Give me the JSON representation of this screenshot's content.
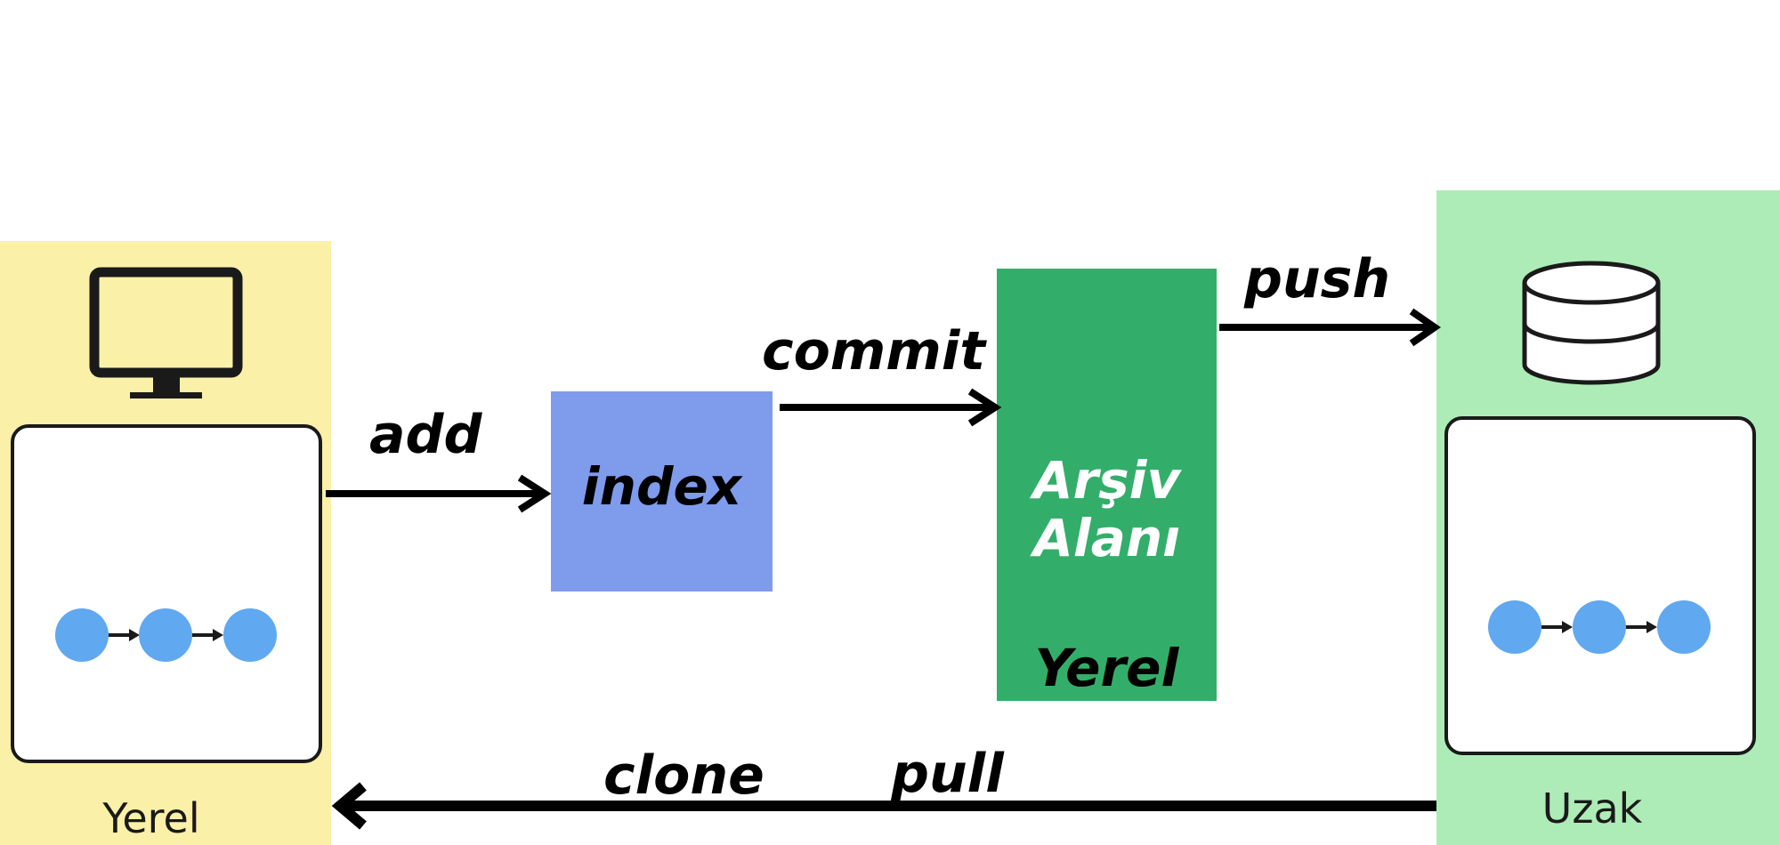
{
  "colors": {
    "local_bg": "#fbf0a7",
    "remote_bg": "#aeecb7",
    "index_bg": "#7e9bec",
    "archive_bg": "#33ae6a",
    "commit_node": "#60a8f0",
    "ink": "#000000"
  },
  "icons": {
    "local": "monitor-icon",
    "remote": "database-icon"
  },
  "local": {
    "caption": "Yerel",
    "commits": 3
  },
  "remote": {
    "caption": "Uzak",
    "commits": 3
  },
  "stages": {
    "index": "index",
    "archive_title": "Arşiv\nAlanı",
    "archive_sub": "Yerel"
  },
  "commands": {
    "add": "add",
    "commit": "commit",
    "push": "push",
    "clone": "clone",
    "pull": "pull"
  }
}
